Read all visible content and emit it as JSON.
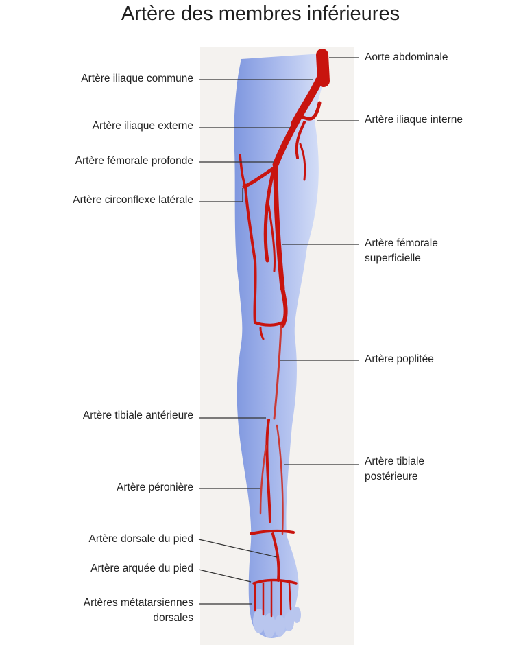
{
  "title": "Artère des membres inférieures",
  "colors": {
    "artery": "#c8140f",
    "artery_dark": "#9e0c08",
    "limb": "#9eb0e8",
    "limb_light": "#cfdaf6",
    "panel": "#f4f2ef",
    "leader": "#333333"
  },
  "labels": {
    "left": {
      "iliaque_commune": "Artère iliaque commune",
      "iliaque_externe": "Artère iliaque externe",
      "femorale_profonde": "Artère fémorale profonde",
      "circonflexe": "Artère circonflexe latérale",
      "tibiale_anterieure": "Artère tibiale antérieure",
      "peroniere": "Artère péronière",
      "dorsale_pied": "Artère dorsale du pied",
      "arquee_pied": "Artère arquée du pied",
      "metatarsiennes_1": "Artères métatarsiennes",
      "metatarsiennes_2": "dorsales"
    },
    "right": {
      "aorte": "Aorte abdominale",
      "iliaque_interne": "Artère iliaque interne",
      "femorale_sup_1": "Artère fémorale",
      "femorale_sup_2": "superficielle",
      "poplitee": "Artère poplitée",
      "tibiale_post_1": "Artère tibiale",
      "tibiale_post_2": "postérieure"
    }
  }
}
